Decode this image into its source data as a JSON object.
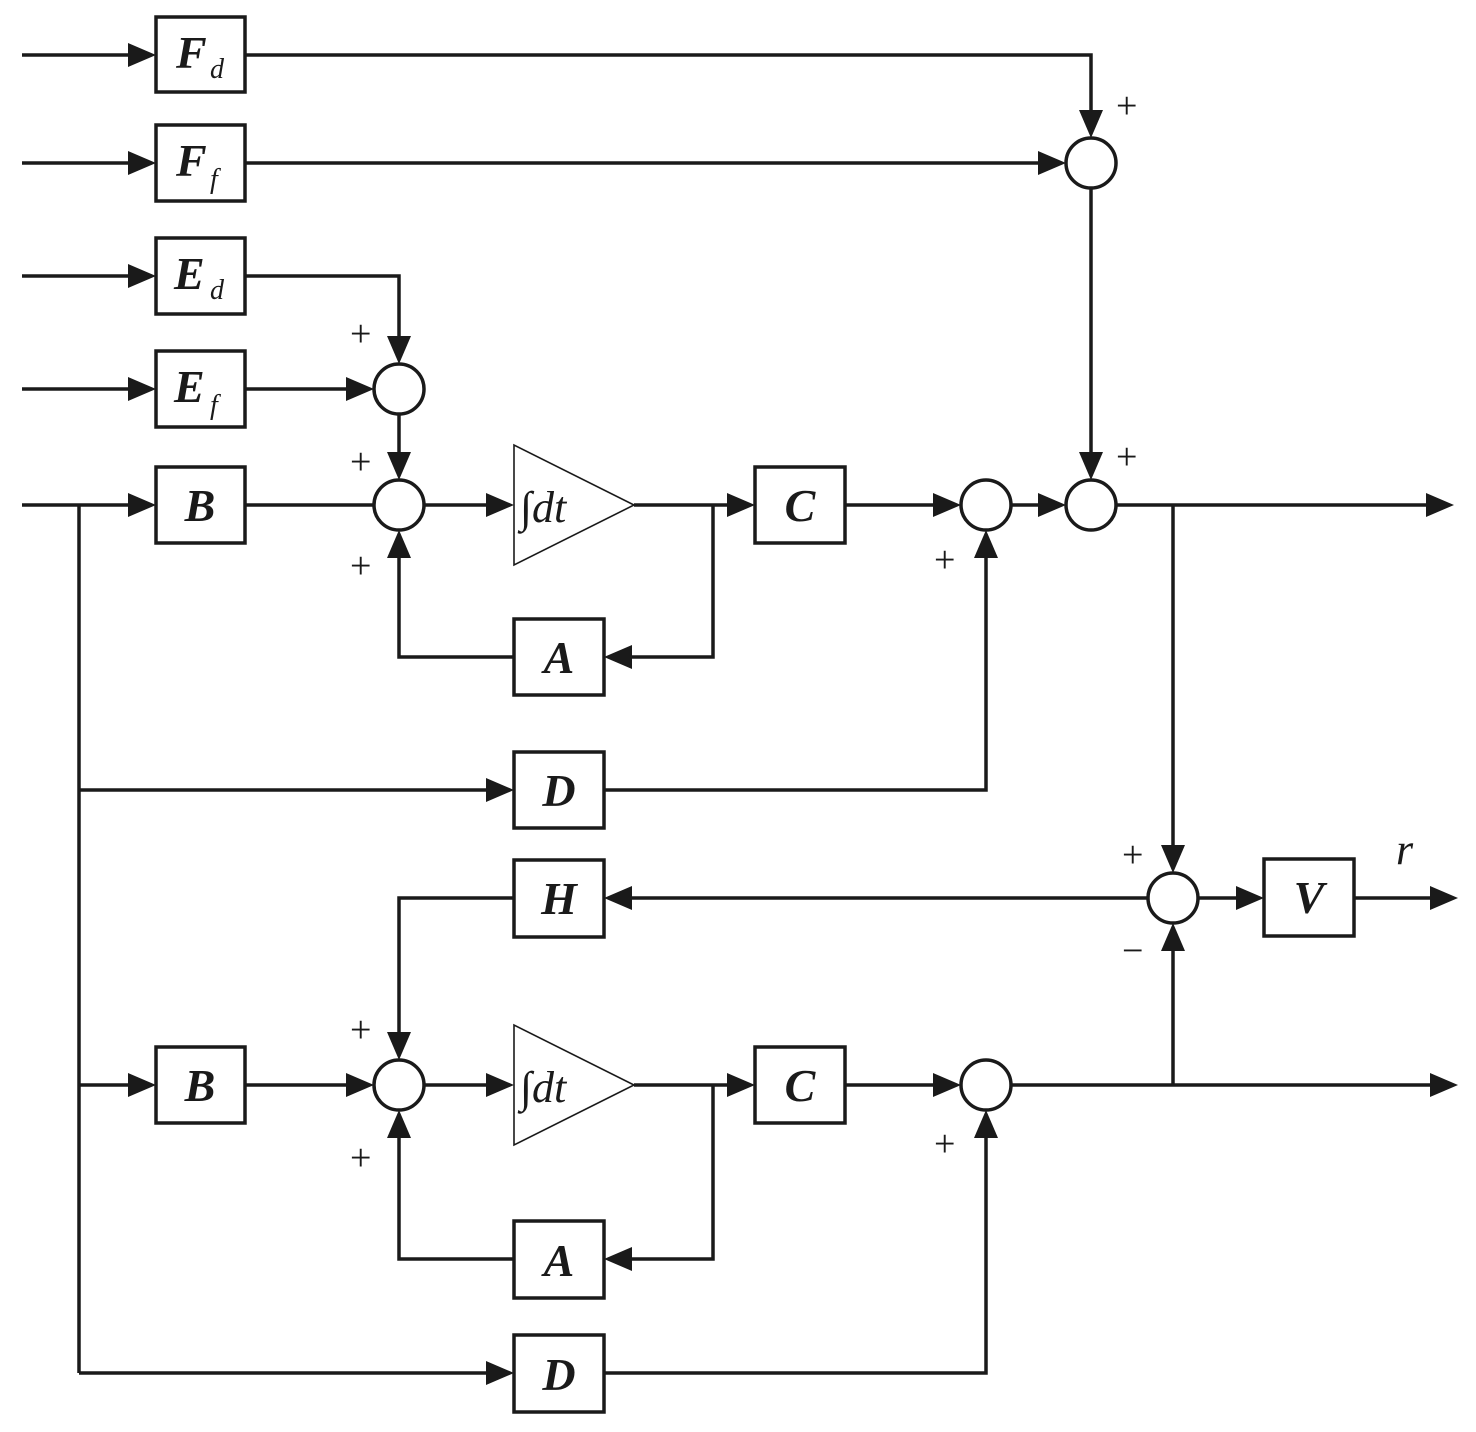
{
  "blocks": {
    "fd": {
      "label": "F",
      "sub": "d"
    },
    "ff": {
      "label": "F",
      "sub": "f"
    },
    "ed": {
      "label": "E",
      "sub": "d"
    },
    "ef": {
      "label": "E",
      "sub": "f"
    },
    "b_top": {
      "label": "B"
    },
    "c_top": {
      "label": "C"
    },
    "a_top": {
      "label": "A"
    },
    "d_top": {
      "label": "D"
    },
    "h": {
      "label": "H"
    },
    "v": {
      "label": "V"
    },
    "b_bot": {
      "label": "B"
    },
    "c_bot": {
      "label": "C"
    },
    "a_bot": {
      "label": "A"
    },
    "d_bot": {
      "label": "D"
    }
  },
  "integrator": {
    "label": "∫dt"
  },
  "signs": {
    "plus": "+",
    "minus": "−"
  },
  "output": {
    "residual": "r"
  }
}
